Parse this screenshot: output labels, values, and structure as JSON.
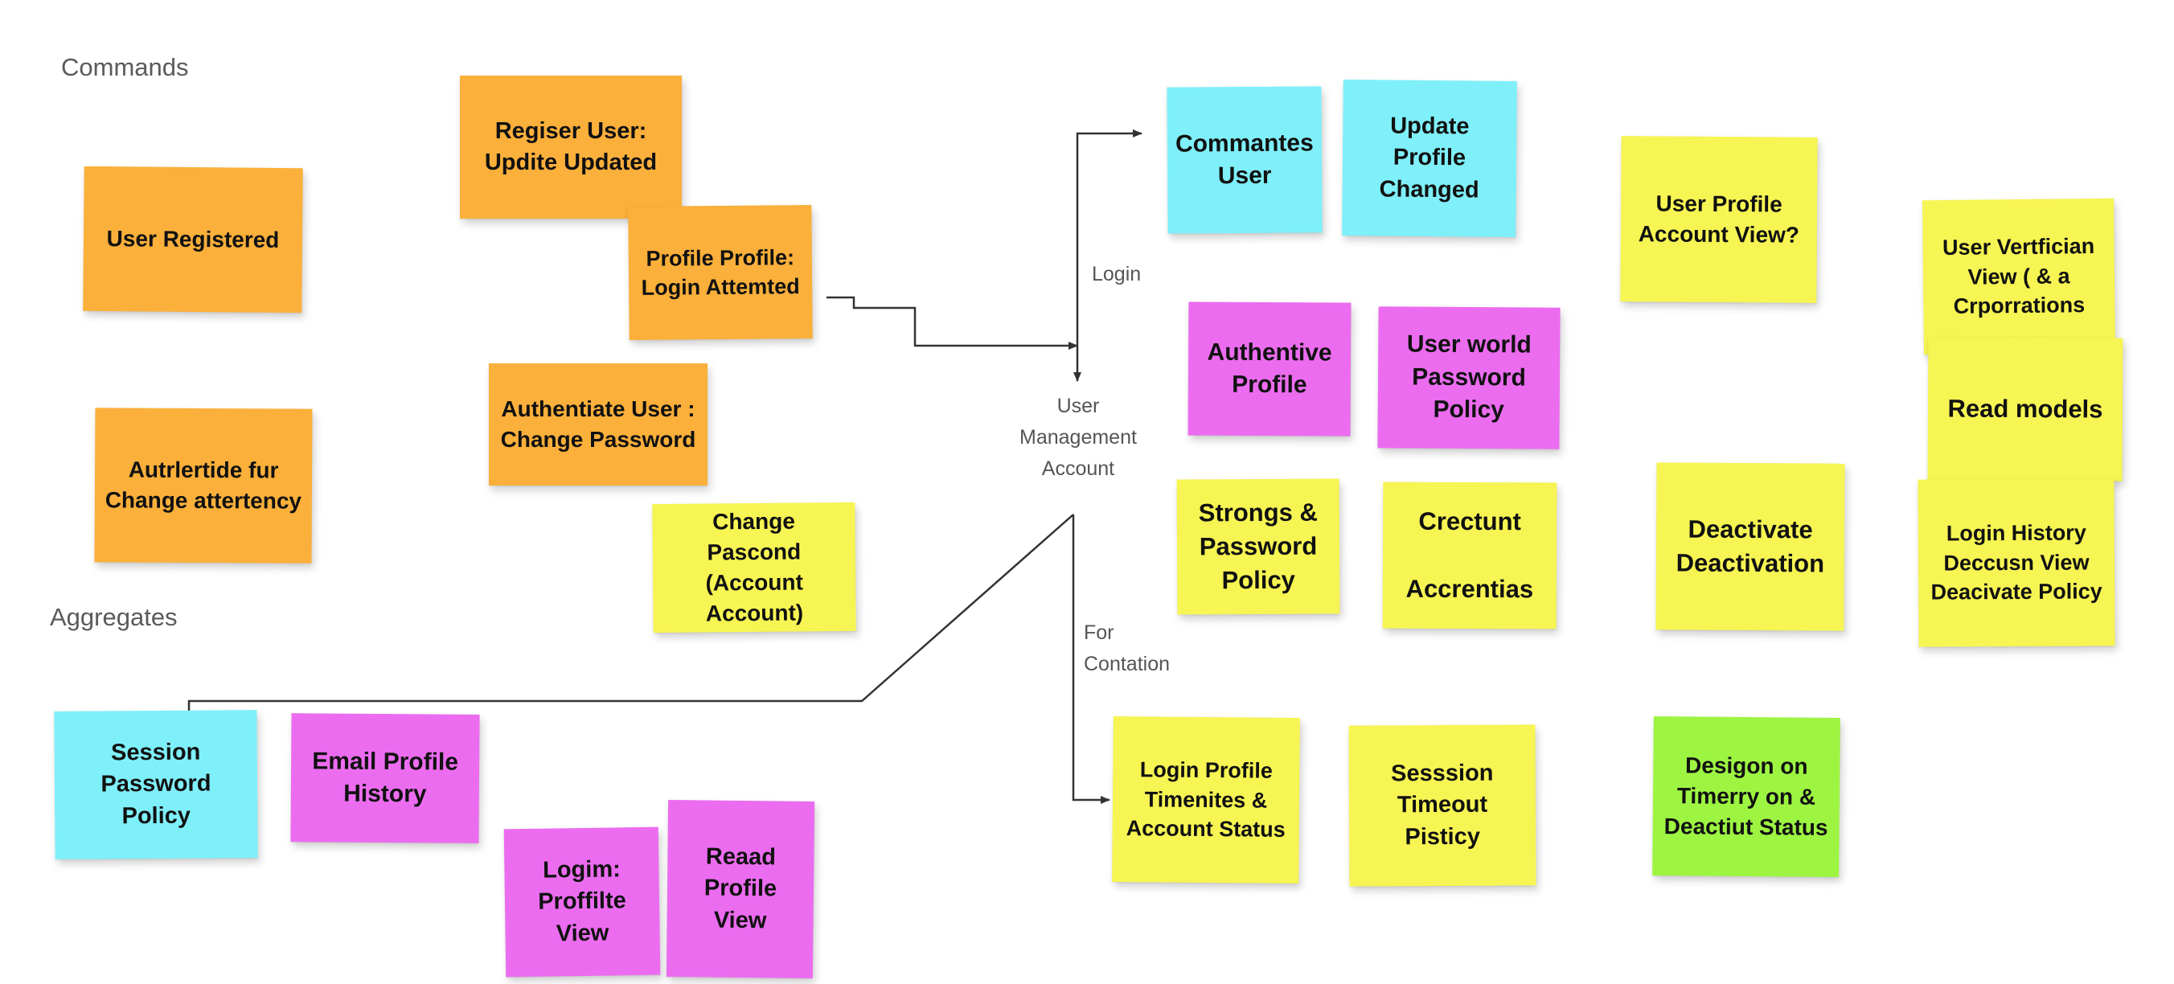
{
  "sections": {
    "commands": "Commands",
    "aggregates": "Aggregates"
  },
  "colors": {
    "orange": "#fbb03b",
    "yellow": "#f7f553",
    "cyan": "#7ff0fa",
    "magenta": "#ec6cf0",
    "green": "#9df542",
    "connector": "#333333"
  },
  "flow_labels": {
    "login": "Login",
    "account": "User\nManagement\nAccount",
    "for": "For\nContation"
  },
  "notes": [
    {
      "text": "User Registered",
      "color": "orange"
    },
    {
      "text": "Autrlertide fur\nChange attertency",
      "color": "orange"
    },
    {
      "text": "Regiser User:\nUpdite Updated",
      "color": "orange"
    },
    {
      "text": "Profile Profile:\nLogin Attemted",
      "color": "orange"
    },
    {
      "text": "Authentiate User :\nChange Password",
      "color": "orange"
    },
    {
      "text": "Change\nPascond\n(Account Account)",
      "color": "yellow"
    },
    {
      "text": "Session Password\nPolicy",
      "color": "cyan"
    },
    {
      "text": "Email Profile\nHistory",
      "color": "magenta"
    },
    {
      "text": "Logim:\nProffilte\nView",
      "color": "magenta"
    },
    {
      "text": "Reaad\nProfile\nView",
      "color": "magenta"
    },
    {
      "text": "Commantes\nUser",
      "color": "cyan"
    },
    {
      "text": "Update Profile\nChanged",
      "color": "cyan"
    },
    {
      "text": "Authentive\nProfile",
      "color": "magenta"
    },
    {
      "text": "User world\nPassword\nPolicy",
      "color": "magenta"
    },
    {
      "text": "Strongs &\nPassword\nPolicy",
      "color": "yellow"
    },
    {
      "text": "Crectunt\n\nAccrentias",
      "color": "yellow"
    },
    {
      "text": "Login Profile\nTimenites &\nAccount Status",
      "color": "yellow"
    },
    {
      "text": "Sesssion\nTimeout Pisticy",
      "color": "yellow"
    },
    {
      "text": "User Profile\nAccount View?",
      "color": "yellow"
    },
    {
      "text": "Deactivate\nDeactivation",
      "color": "yellow"
    },
    {
      "text": "Desigon on\nTimerry on &\nDeactiut Status",
      "color": "green"
    },
    {
      "text": "User Vertfician\nView ( & a\nCrporrations",
      "color": "yellow"
    },
    {
      "text": "Read models",
      "color": "yellow"
    },
    {
      "text": "Login History\nDeccusn View\nDeacivate Policy",
      "color": "yellow"
    }
  ]
}
